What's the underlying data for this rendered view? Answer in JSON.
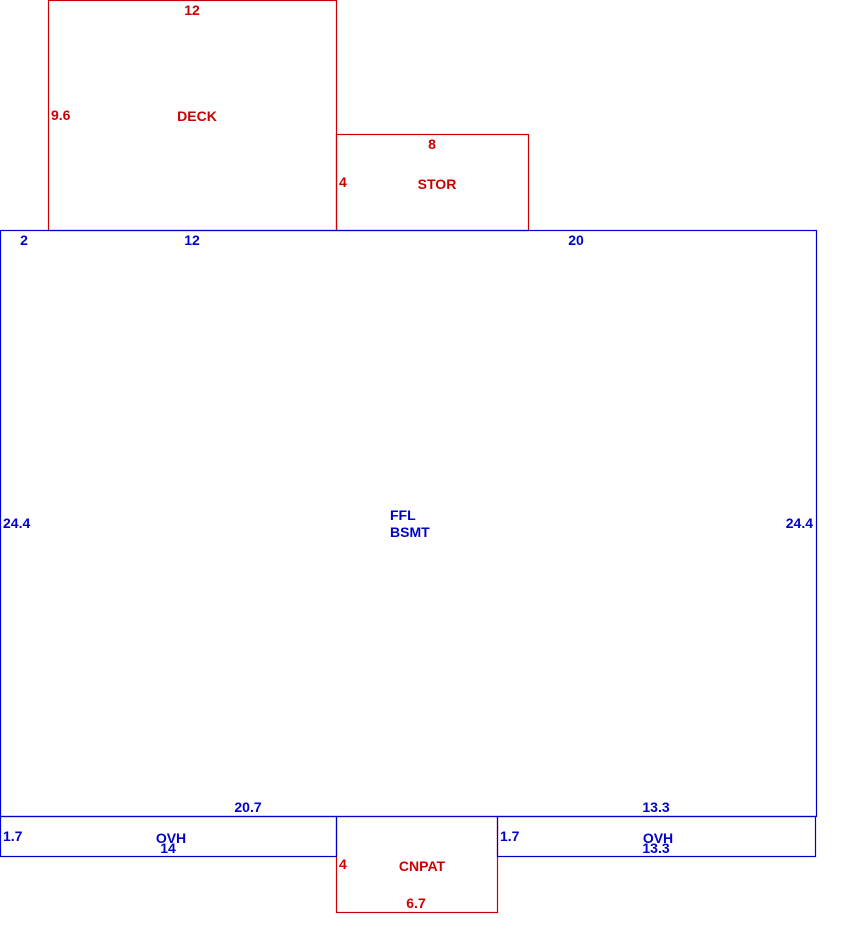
{
  "colors": {
    "main_structure": "#0000cc",
    "addition": "#cc0000",
    "background": "#ffffff"
  },
  "deck": {
    "label": "DECK",
    "width": "12",
    "depth": "9.6"
  },
  "stor": {
    "label": "STOR",
    "width": "8",
    "depth": "4"
  },
  "main": {
    "label_line1": "FFL",
    "label_line2": "BSMT",
    "top_left_offset": "2",
    "top_segment_1": "12",
    "top_segment_2": "20",
    "left_side": "24.4",
    "right_side": "24.4",
    "bottom_left": "20.7",
    "bottom_right": "13.3"
  },
  "ovh_left": {
    "label": "OVH",
    "depth": "1.7",
    "width": "14"
  },
  "ovh_right": {
    "label": "OVH",
    "depth": "1.7",
    "width": "13.3"
  },
  "cnpat": {
    "label": "CNPAT",
    "depth": "4",
    "width": "6.7"
  }
}
